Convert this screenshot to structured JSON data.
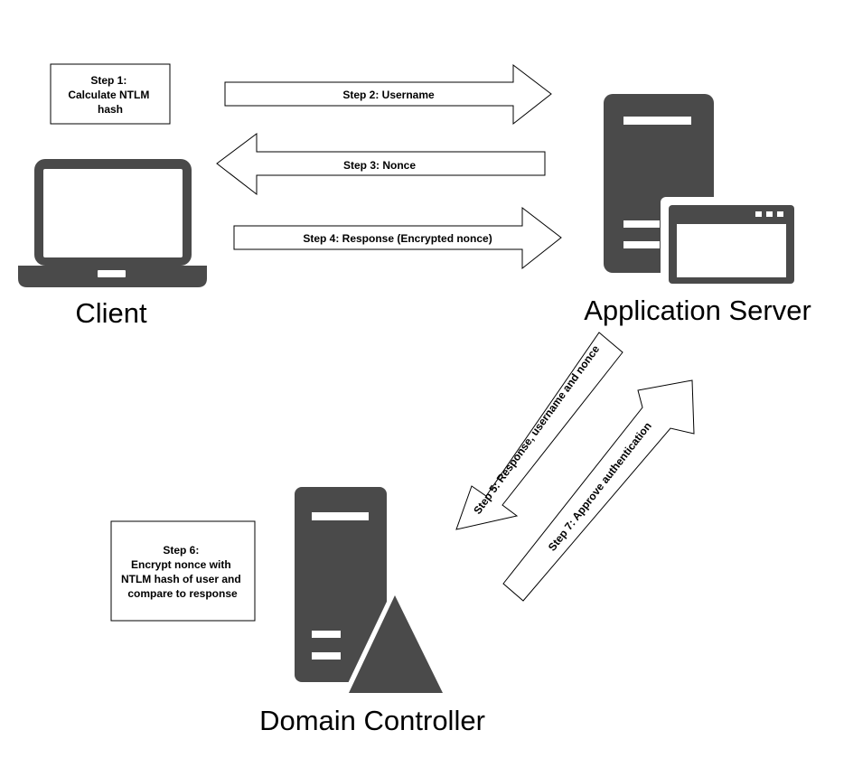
{
  "colors": {
    "icon": "#4a4a4a",
    "stroke": "#000000",
    "background": "#ffffff"
  },
  "nodes": {
    "client": {
      "label": "Client",
      "icon": "laptop-icon"
    },
    "app_server": {
      "label": "Application Server",
      "icon": "server-with-window-icon"
    },
    "domain_controller": {
      "label": "Domain Controller",
      "icon": "server-with-warning-icon"
    }
  },
  "boxes": {
    "step1": {
      "lines": [
        "Step 1:",
        "Calculate NTLM",
        "hash"
      ]
    },
    "step6": {
      "lines": [
        "Step 6:",
        "Encrypt nonce with",
        "NTLM hash of user and",
        "compare to response"
      ]
    }
  },
  "arrows": {
    "step2": {
      "label": "Step 2: Username",
      "direction": "right"
    },
    "step3": {
      "label": "Step 3: Nonce",
      "direction": "left"
    },
    "step4": {
      "label": "Step 4: Response (Encrypted nonce)",
      "direction": "right"
    },
    "step5": {
      "label": "Step 5: Response, username and nonce",
      "direction": "down-left"
    },
    "step7": {
      "label": "Step 7: Approve authentication",
      "direction": "up-right"
    }
  }
}
